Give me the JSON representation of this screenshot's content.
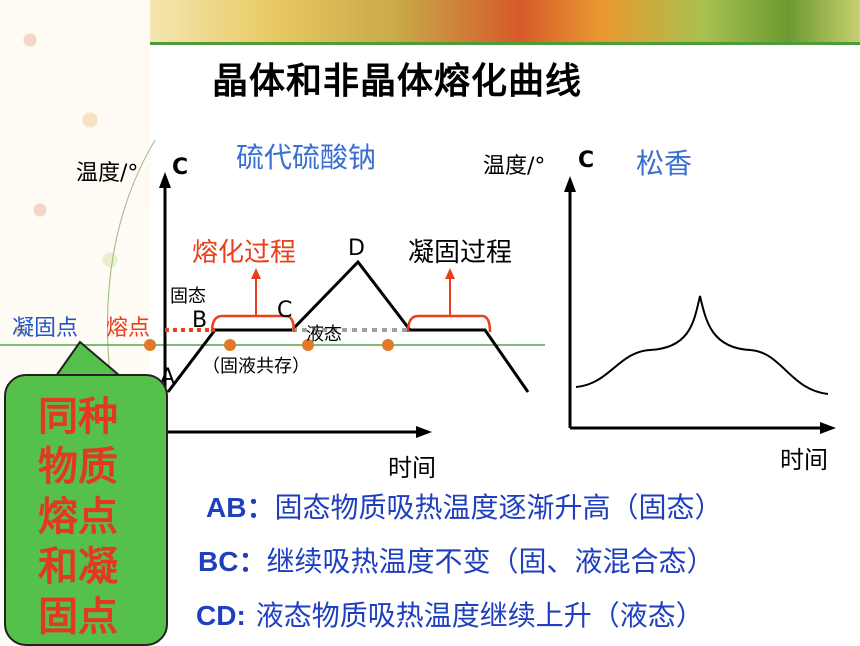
{
  "title": "晶体和非晶体熔化曲线",
  "left_chart": {
    "substance": "硫代硫酸钠",
    "y_label": "温度/°",
    "y_unit": "C",
    "x_label": "时间",
    "melting_label": "熔化过程",
    "solidifying_label": "凝固过程",
    "solid_label": "固态",
    "liquid_label": "液态",
    "coexist_label": "（固液共存）",
    "freezing_point_label": "凝固点",
    "melting_point_label": "熔点",
    "point_labels": [
      "A",
      "B",
      "C",
      "D"
    ]
  },
  "right_chart": {
    "substance": "松香",
    "y_label": "温度/°",
    "y_unit": "C",
    "x_label": "时间"
  },
  "note": {
    "text_lines": [
      "同种",
      "物质",
      "熔点",
      "和凝",
      "固点"
    ]
  },
  "descriptions": [
    {
      "key": "AB：",
      "text": "固态物质吸热温度逐渐升高（固态）"
    },
    {
      "key": "BC：",
      "text": "继续吸热温度不变（固、液混合态）"
    },
    {
      "key": "CD:",
      "text": "液态物质吸热温度继续上升（液态）"
    }
  ],
  "colors": {
    "title": "#000000",
    "substance": "#3a6fd0",
    "process": "#e8401c",
    "bracket": "#e8401c",
    "point_label": "#2255c8",
    "description": "#1f3fbf",
    "note_bg": "#55c04a",
    "note_text": "#e23a20",
    "marker": "#e07a2a"
  }
}
